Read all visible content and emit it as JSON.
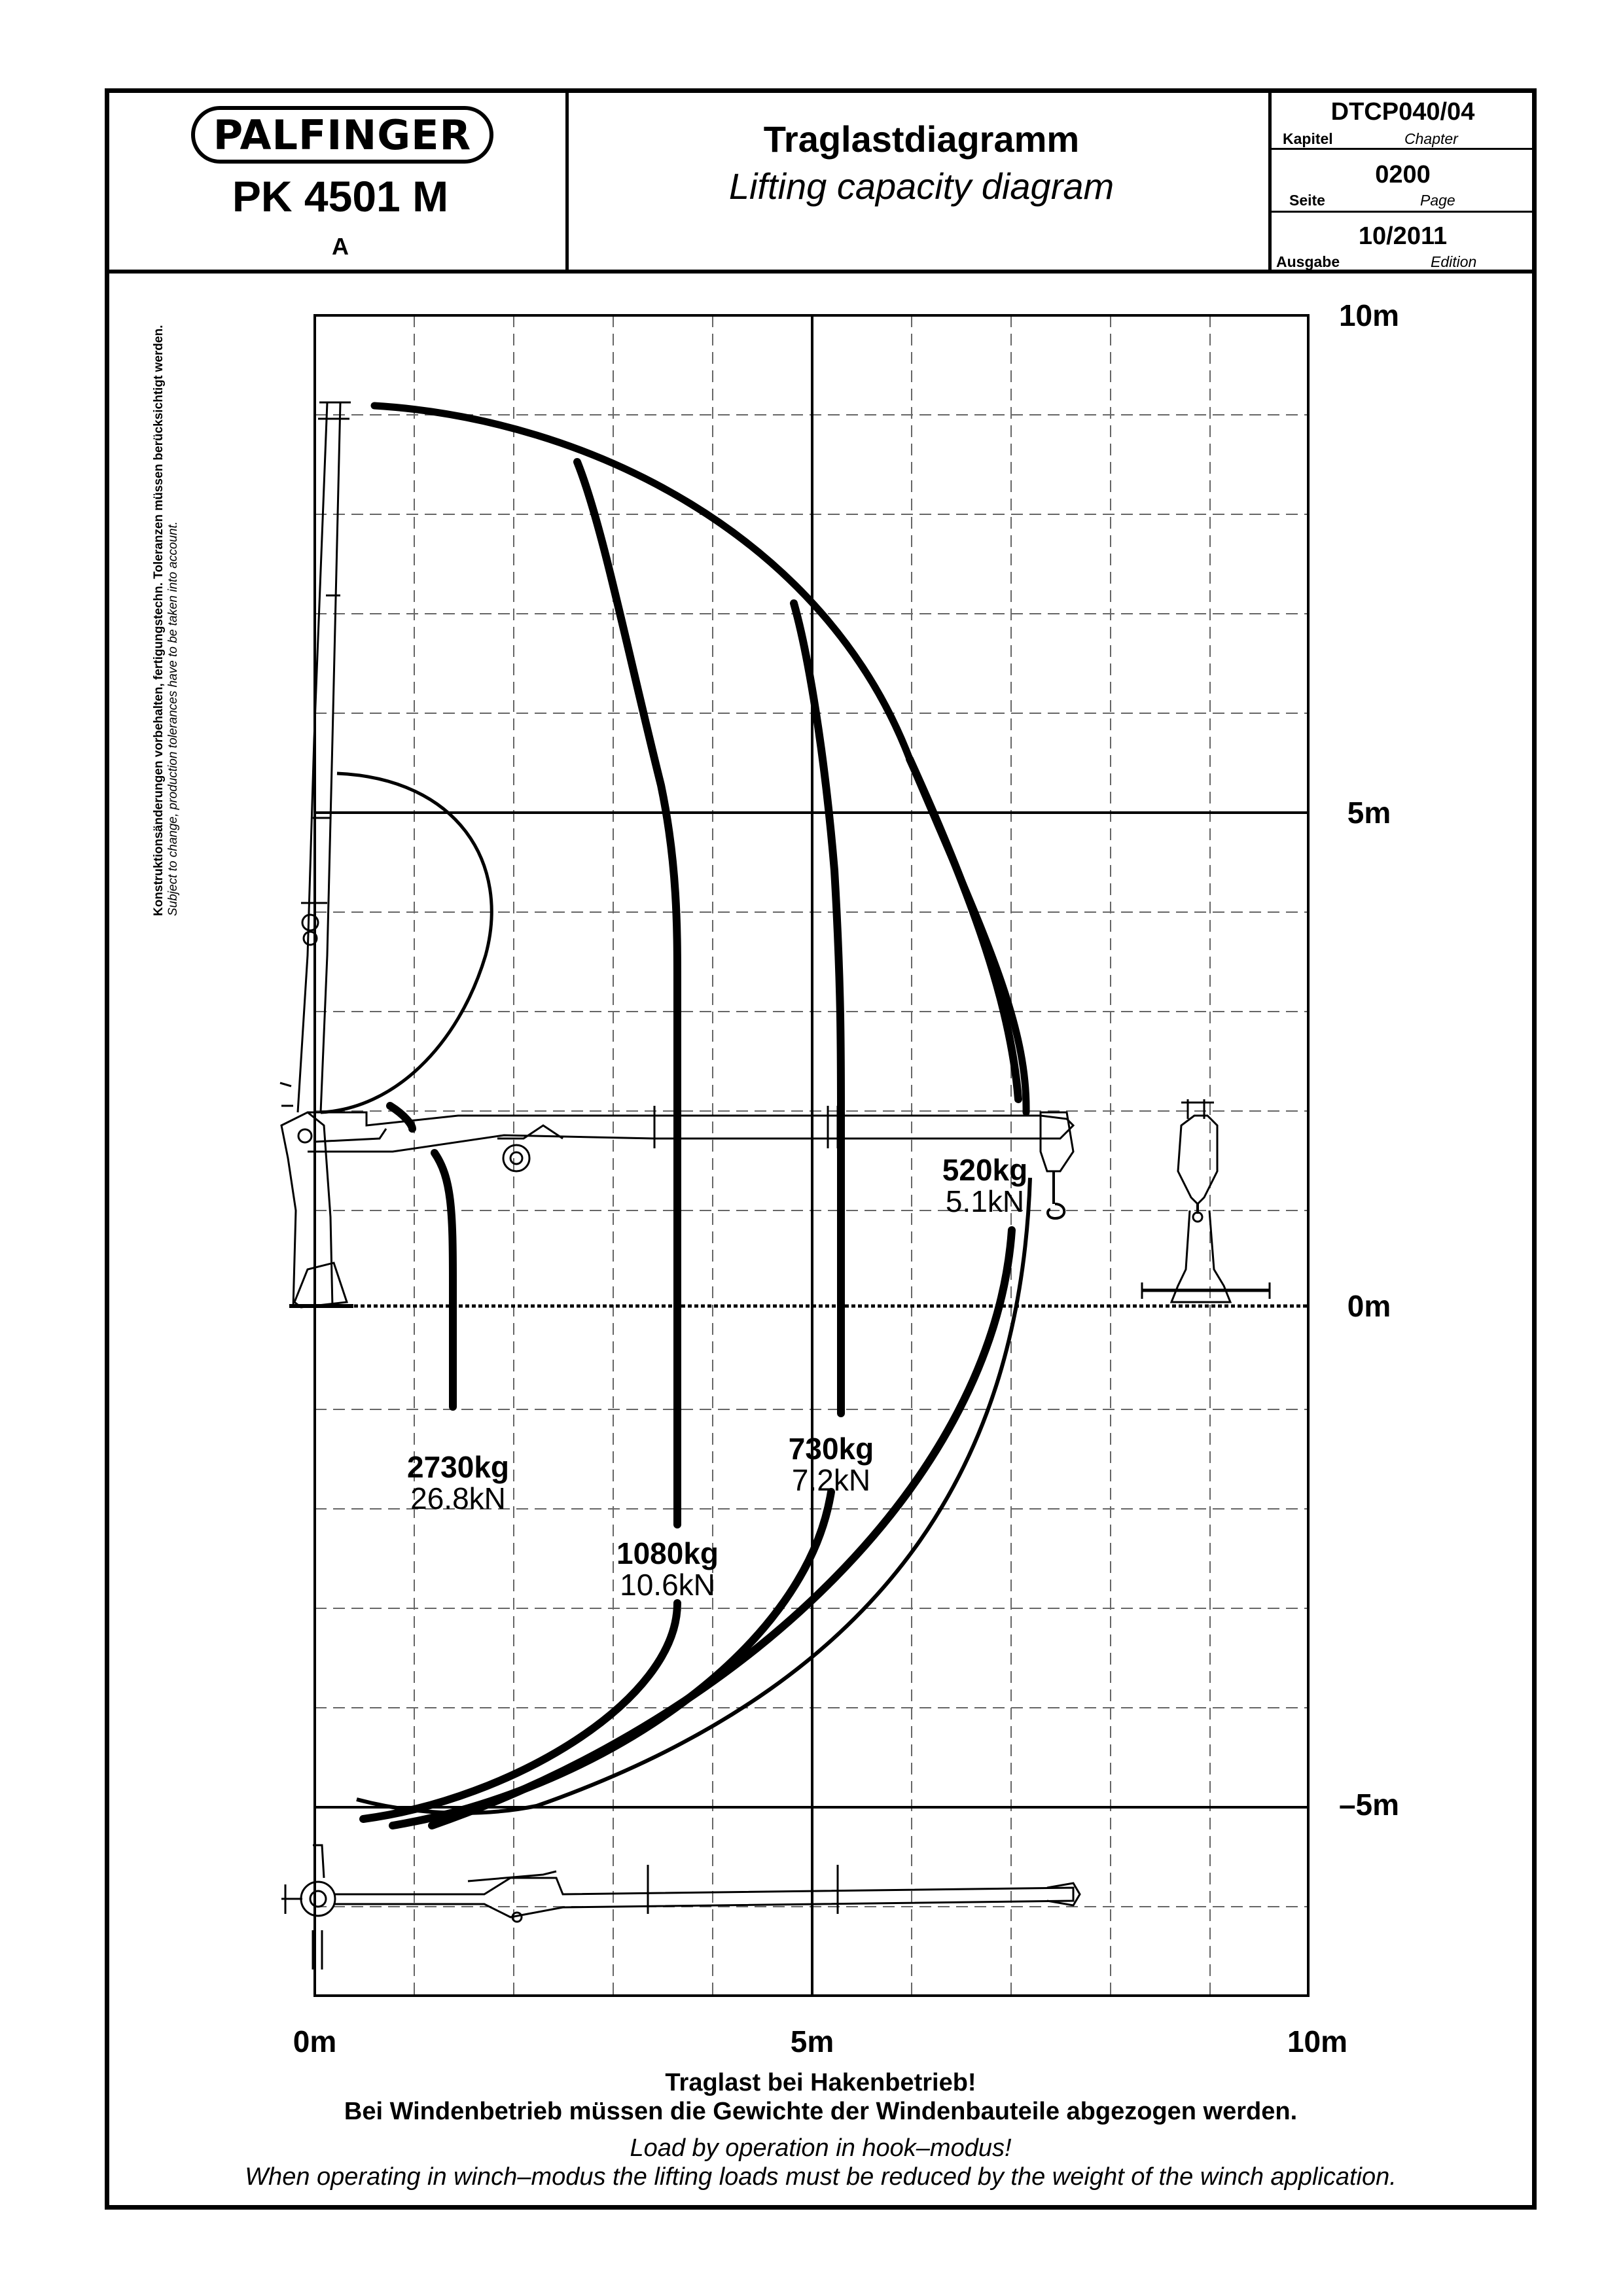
{
  "header": {
    "brand": "PALFINGER",
    "model": "PK 4501 M",
    "variant": "A",
    "title_de": "Traglastdiagramm",
    "title_en": "Lifting capacity diagram",
    "doc_code": "DTCP040/04",
    "doc_code_label_de": "Kapitel",
    "doc_code_label_en": "Chapter",
    "page_no": "0200",
    "page_label_de": "Seite",
    "page_label_en": "Page",
    "edition": "10/2011",
    "edition_label_de": "Ausgabe",
    "edition_label_en": "Edition"
  },
  "side_note": {
    "de": "Konstruktionsänderungen vorbehalten, fertigungstechn. Toleranzen müssen berücksichtigt werden.",
    "en": "Subject to change, production tolerances have to be taken into account."
  },
  "axes": {
    "x_ticks": [
      "0m",
      "5m",
      "10m"
    ],
    "y_ticks": [
      "10m",
      "5m",
      "0m",
      "–5m"
    ]
  },
  "capacities": [
    {
      "kg": "2730kg",
      "kn": "26.8kN"
    },
    {
      "kg": "1080kg",
      "kn": "10.6kN"
    },
    {
      "kg": "730kg",
      "kn": "7.2kN"
    },
    {
      "kg": "520kg",
      "kn": "5.1kN"
    }
  ],
  "footer": {
    "de_line1": "Traglast bei Hakenbetrieb!",
    "de_line2": "Bei Windenbetrieb müssen die Gewichte der Windenbauteile abgezogen werden.",
    "en_line1": "Load by operation in hook–modus!",
    "en_line2": "When operating in winch–modus the lifting loads must be reduced by the weight of the winch application."
  },
  "colors": {
    "ink": "#000000",
    "grid": "#666666",
    "paper": "#ffffff"
  }
}
